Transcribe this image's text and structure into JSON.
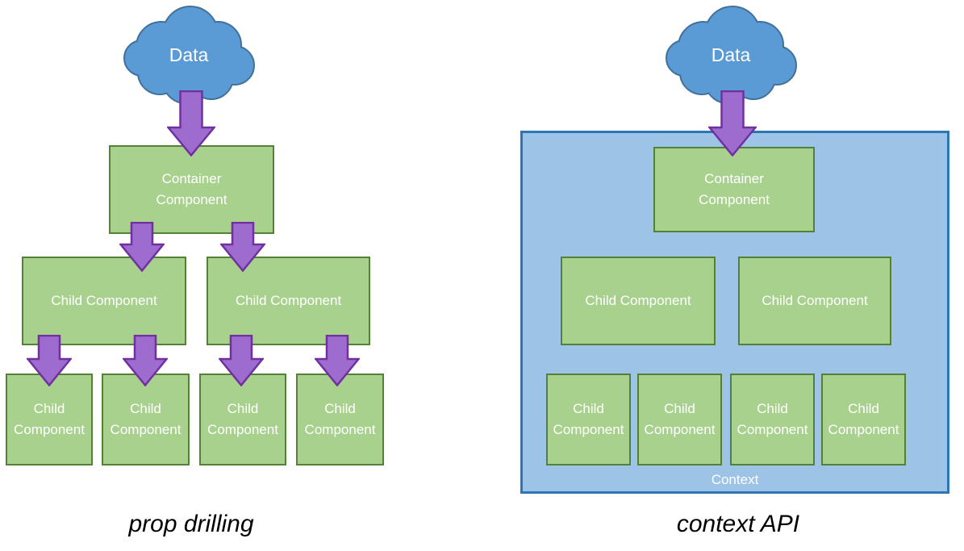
{
  "colors": {
    "cloud_fill": "#5b9bd5",
    "cloud_stroke": "#41719c",
    "box_fill": "#a9d18e",
    "box_stroke": "#538135",
    "arrow_fill": "#9e6ccf",
    "arrow_stroke": "#7030a0",
    "context_fill": "#9dc3e6",
    "context_stroke": "#2e75b6",
    "label_text": "#ffffff",
    "caption_text": "#000000"
  },
  "prop_drilling": {
    "caption": "prop drilling",
    "cloud_label": "Data",
    "container_label": "Container Component",
    "mid_children": [
      "Child Component",
      "Child Component"
    ],
    "bottom_children": [
      "Child Component",
      "Child Component",
      "Child Component",
      "Child Component"
    ]
  },
  "context_api": {
    "caption": "context API",
    "cloud_label": "Data",
    "container_label": "Container Component",
    "context_label": "Context",
    "mid_children": [
      "Child Component",
      "Child Component"
    ],
    "bottom_children": [
      "Child Component",
      "Child Component",
      "Child Component",
      "Child Component"
    ]
  }
}
